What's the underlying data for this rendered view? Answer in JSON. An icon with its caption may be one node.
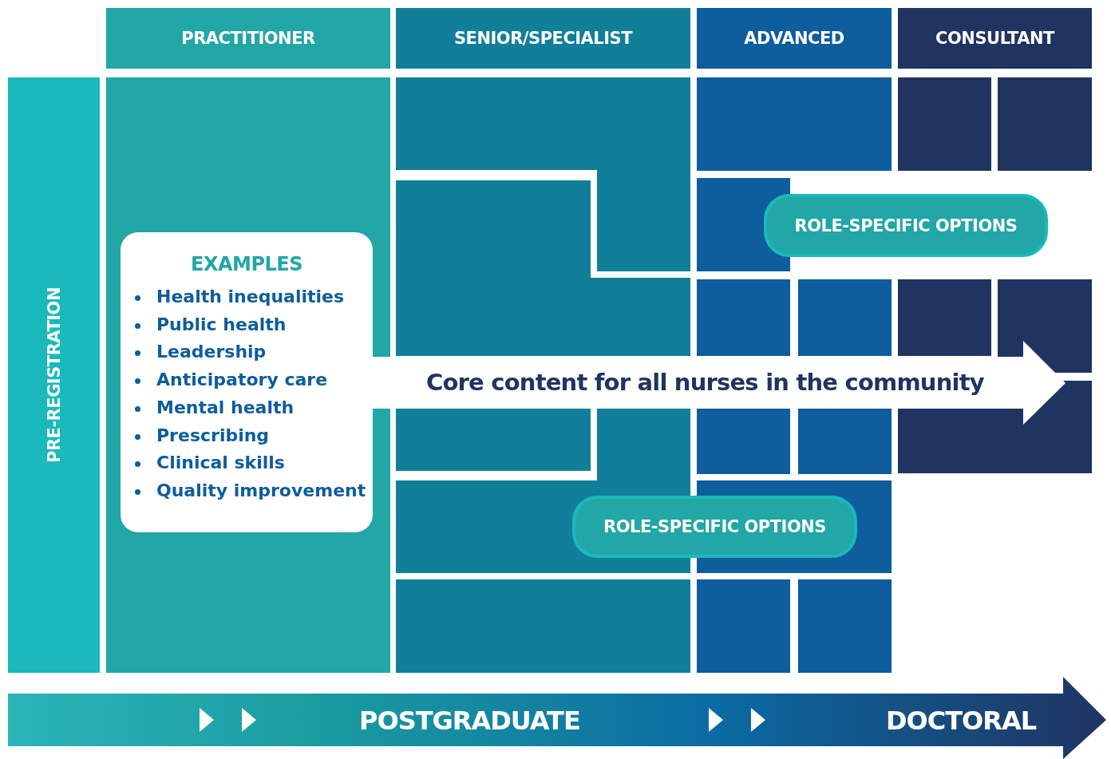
{
  "diagram": {
    "nodes": [
      {
        "text": [
          "PRACTITIONER"
        ]
      },
      {
        "text": [
          "SENIOR/SPECIALIST"
        ]
      },
      {
        "text": [
          "ADVANCED"
        ]
      },
      {
        "text": [
          "CONSULTANT"
        ]
      },
      {
        "text": [
          "PRE-REGISTRATION"
        ]
      },
      {
        "text": [
          "EXAMPLES",
          "Health inequalities",
          "Public health",
          "Leadership",
          "Anticipatory care",
          "Mental health",
          "Prescribing",
          "Clinical skills",
          "Quality improvement"
        ]
      },
      {
        "text": [
          "ROLE-SPECIFIC OPTIONS"
        ]
      },
      {
        "text": [
          "Core content for all nurses in the community"
        ]
      },
      {
        "text": [
          "ROLE-SPECIFIC OPTIONS"
        ]
      },
      {
        "text": [
          "POSTGRADUATE",
          "DOCTORAL"
        ]
      }
    ],
    "edges": []
  }
}
